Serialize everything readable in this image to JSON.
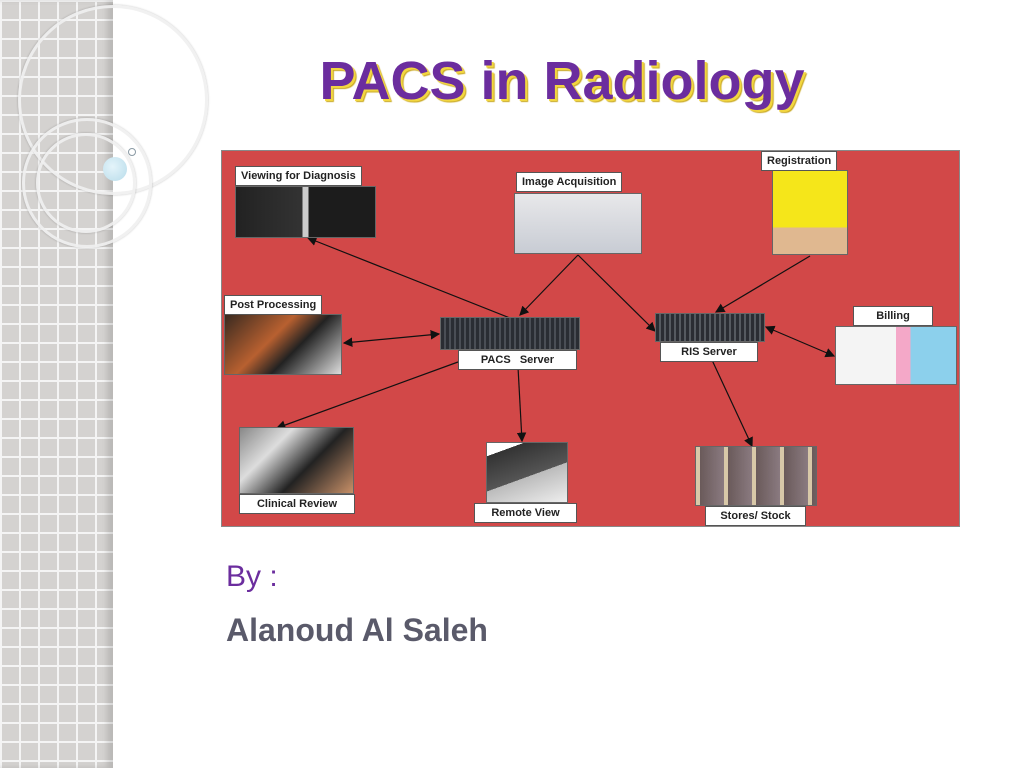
{
  "slide": {
    "title": "PACS in Radiology",
    "by_label": "By :",
    "author": "Alanoud Al Saleh"
  },
  "diagram": {
    "nodes": {
      "viewing": "Viewing for Diagnosis",
      "acquisition": "Image Acquisition",
      "registration": "Registration",
      "post_processing": "Post Processing",
      "pacs_server": "PACS   Server",
      "ris_server": "RIS Server",
      "billing": "Billing",
      "clinical_review": "Clinical Review",
      "remote_view": "Remote View",
      "stores": "Stores/ Stock"
    }
  },
  "colors": {
    "background_red": "#d24848",
    "title": "#6b2d9e",
    "title_shadow": "#f2d640"
  }
}
